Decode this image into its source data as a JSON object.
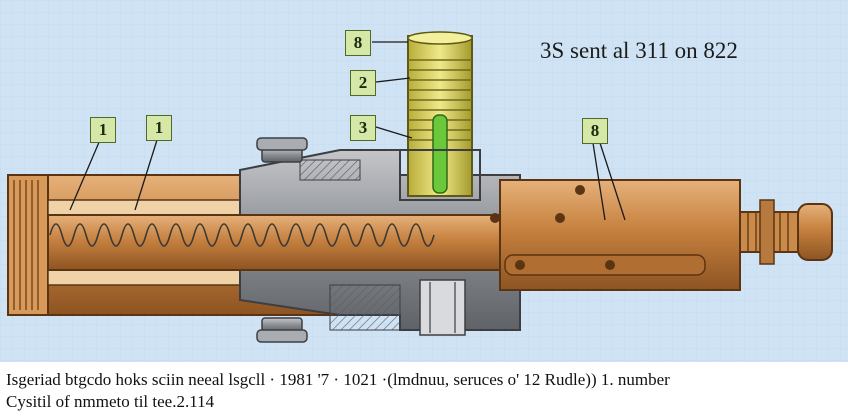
{
  "diagram": {
    "title": "3S sent al 311 on 822",
    "callouts": [
      {
        "id": "c-top",
        "label": "8"
      },
      {
        "id": "c-2",
        "label": "2"
      },
      {
        "id": "c-3",
        "label": "3"
      },
      {
        "id": "c-left-1",
        "label": "1"
      },
      {
        "id": "c-left-2",
        "label": "1"
      },
      {
        "id": "c-right",
        "label": "8"
      }
    ]
  },
  "caption": {
    "line1": "Isgeriad btgcdo hoks sciin neeal lsgcll · 1981 '7 · 1021 ·(lmdnuu, seruces o' 12 Rudle)) 1. number",
    "line2": "Cysitil of nmmeto til tee.2.114"
  },
  "colors": {
    "background": "#cfe3f4",
    "copper": "#c98a4a",
    "steel": "#8b8e93",
    "brass": "#d8cf57",
    "green_window": "#6bc83a",
    "callout_fill": "#d6e8a8"
  }
}
